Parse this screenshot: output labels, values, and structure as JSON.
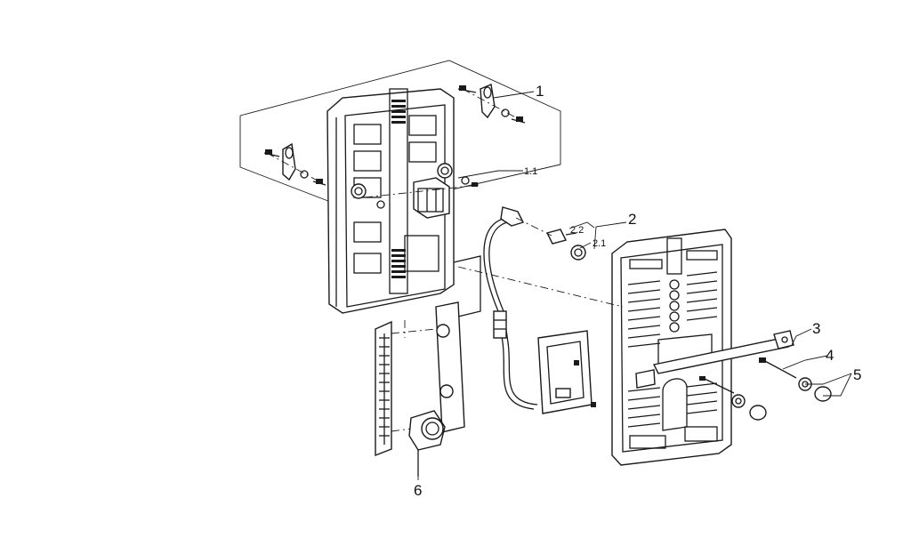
{
  "callouts": {
    "c1": "1",
    "c1_1": "1.1",
    "c2": "2",
    "c2_2": "2.2",
    "c2_1": "2.1",
    "c3": "3",
    "c4": "4",
    "c5": "5",
    "c6": "6"
  },
  "colors": {
    "line": "#1a1a1a",
    "background": "#ffffff"
  }
}
